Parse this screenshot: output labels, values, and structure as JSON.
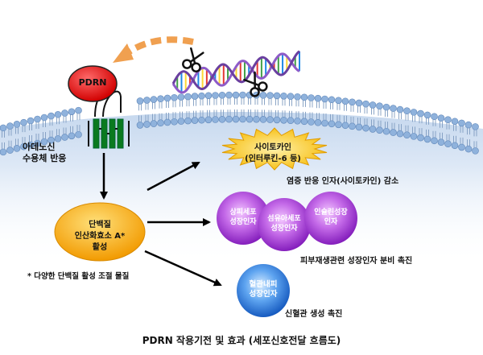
{
  "pdrn_label": "PDRN",
  "receptor_label": [
    "아데노신",
    "수용체 반응"
  ],
  "enzyme_label": [
    "단백질",
    "인산화효소 A*",
    "활성"
  ],
  "footnote": "* 다양한 단백질 활성 조절 물질",
  "cytokine_label": [
    "사이토카인",
    "(인터루킨-6 등)"
  ],
  "cytokine_effect": "염증 반응 인자(사이토카인) 감소",
  "growth_factors": [
    [
      "상피세포",
      "성장인자"
    ],
    [
      "섬유아세포",
      "성장인자"
    ],
    [
      "인슐린성장",
      "인자"
    ]
  ],
  "growth_effect": "피부재생관련 성장인자 분비 촉진",
  "vascular_label": [
    "혈관내피",
    "성장인자"
  ],
  "vascular_effect": "신혈관 생성 촉진",
  "caption": "PDRN 작용기전 및 효과 (세포신호전달 흐름도)",
  "colors": {
    "membrane_fill": "#c7d9ef",
    "lipid_head": "#8fb2dc",
    "pdrn_red": "#e81010",
    "enzyme_orange": "#f5a300",
    "cytokine_yellow": "#f7c21c",
    "growth_purple": "#a22ed6",
    "vascular_blue": "#1f72d8",
    "arrow_orange": "#f0a050"
  }
}
